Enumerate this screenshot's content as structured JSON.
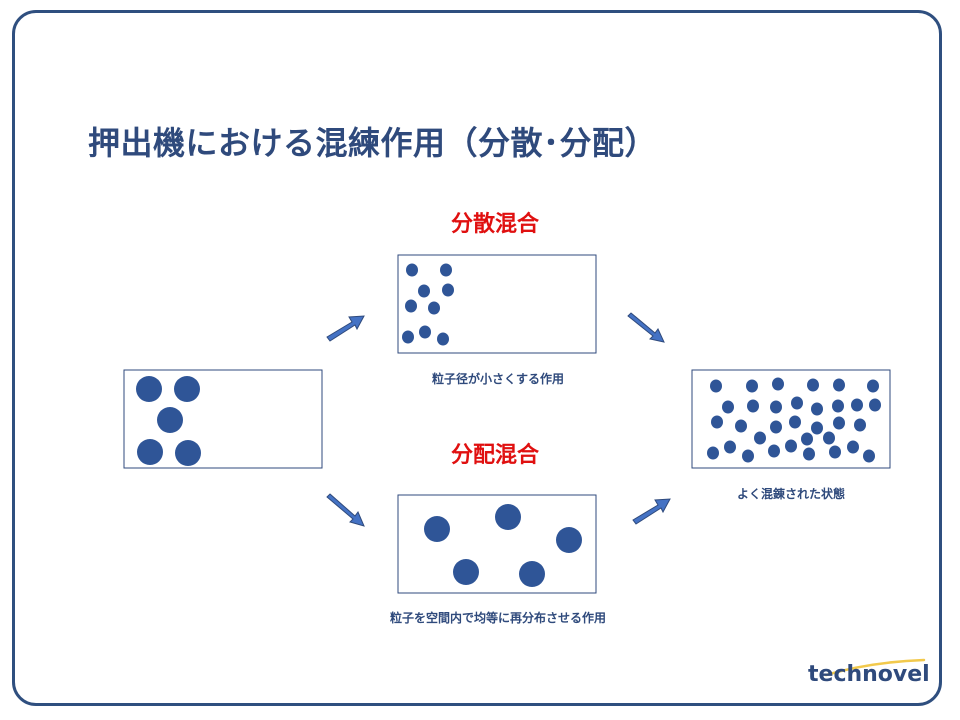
{
  "title": "押出機における混練作用（分散･分配）",
  "dispersive": {
    "heading": "分散混合",
    "caption": "粒子径が小さくする作用"
  },
  "distributive": {
    "heading": "分配混合",
    "caption": "粒子を空間内で均等に再分布させる作用"
  },
  "result": {
    "caption": "よく混錬された状態"
  },
  "logo": {
    "text": "technovel"
  },
  "colors": {
    "particle": "#2f5597",
    "arrow": "#4472c4",
    "title": "#2f4a7c",
    "heading": "#e01010",
    "logo_swoosh": "#f2c94c"
  }
}
